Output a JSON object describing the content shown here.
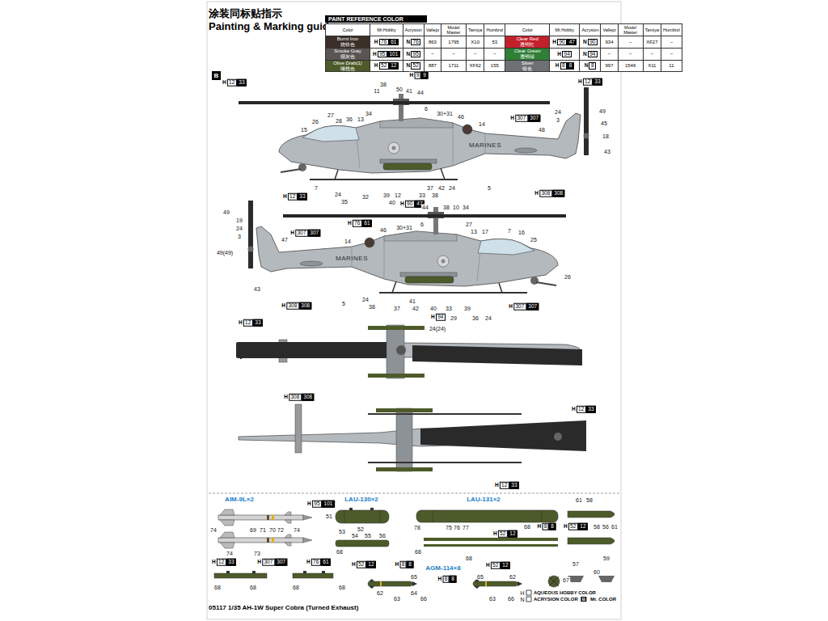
{
  "diagram": {
    "title": "Painting & Marking guide",
    "caption": "05117 1/35 AH-1W Super Cobra (Turned Exhaust)",
    "nodes": [
      {
        "text": [
          "Burnt Iron",
          "烧铁色"
        ]
      },
      {
        "text": [
          "Clear Red",
          "透明红"
        ]
      },
      {
        "text": [
          "Smoke Gray",
          "烟灰色"
        ]
      },
      {
        "text": [
          "Clear Green",
          "透明绿"
        ]
      },
      {
        "text": [
          "Olive Drab(1)",
          "橄榄色"
        ]
      },
      {
        "text": [
          "Silver",
          "银色"
        ]
      },
      {
        "text": [
          "B"
        ]
      }
    ],
    "labels": [
      "涂装同标贴指示",
      "PAINT REFERENCE COLOR",
      "Color",
      "Mr.Hobby",
      "Acrysion",
      "Vallejo",
      "Model Master",
      "Tamiya",
      "Humbrol",
      "Color",
      "Mr.Hobby",
      "Acrysion",
      "Vallejo",
      "Model Master",
      "Tamiya",
      "Humbrol",
      "H",
      "76",
      "61",
      "N",
      "76",
      "863",
      "1795",
      "X10",
      "53",
      "H",
      "90",
      "47",
      "N",
      "90",
      "934",
      "–",
      "XF27",
      "–",
      "H",
      "95",
      "101",
      "N",
      "95",
      "–",
      "–",
      "–",
      "–",
      "H",
      "94",
      "N",
      "94",
      "–",
      "–",
      "–",
      "–",
      "H",
      "52",
      "12",
      "N",
      "52",
      "887",
      "1711",
      "XF62",
      "155",
      "H",
      "8",
      "8",
      "N",
      "8",
      "997",
      "1546",
      "X11",
      "11",
      "H",
      "12",
      "33",
      "H",
      "9",
      "9",
      "38",
      "11",
      "50",
      "41",
      "44",
      "H",
      "12",
      "33",
      "49",
      "45",
      "18",
      "43",
      "24",
      "3",
      "27",
      "28",
      "36",
      "13",
      "34",
      "26",
      "15",
      "6",
      "30+31",
      "46",
      "H",
      "307",
      "307",
      "14",
      "48",
      "7",
      "24",
      "35",
      "H",
      "12",
      "33",
      "32",
      "39",
      "12",
      "40",
      "H",
      "90",
      "47",
      "33",
      "37",
      "38",
      "42",
      "24",
      "5",
      "H",
      "308",
      "308",
      "MARINES",
      "49",
      "49(49)",
      "19",
      "24",
      "3",
      "47",
      "43",
      "H",
      "307",
      "307",
      "14",
      "H",
      "76",
      "61",
      "46",
      "44",
      "38",
      "10",
      "34",
      "6",
      "30+31",
      "27",
      "13",
      "17",
      "7",
      "16",
      "25",
      "26",
      "MARINES",
      "H",
      "308",
      "308",
      "5",
      "24",
      "38",
      "37",
      "41",
      "42",
      "40",
      "H",
      "94",
      "33",
      "29",
      "39",
      "36",
      "24",
      "H",
      "307",
      "307",
      "H",
      "12",
      "33",
      "24(24)",
      "H",
      "308",
      "308",
      "H",
      "12",
      "33",
      "H",
      "12",
      "33",
      "AIM-9L×2",
      "H",
      "95",
      "101",
      "74",
      "69",
      "71",
      "70",
      "72",
      "74",
      "74",
      "73",
      "H",
      "12",
      "33",
      "H",
      "307",
      "307",
      "H",
      "76",
      "61",
      "68",
      "68",
      "68",
      "68",
      "LAU-130×2",
      "51",
      "53",
      "52",
      "54",
      "55",
      "56",
      "68",
      "H",
      "52",
      "12",
      "H",
      "8",
      "8",
      "LAU-131×2",
      "78",
      "75",
      "76",
      "77",
      "H",
      "52",
      "12",
      "68",
      "H",
      "8",
      "8",
      "68",
      "68",
      "61",
      "58",
      "H",
      "52",
      "12",
      "58",
      "56",
      "61",
      "57",
      "59",
      "60",
      "AGM-114×8",
      "H",
      "8",
      "8",
      "H",
      "52",
      "12",
      "65",
      "65",
      "62",
      "67",
      "62",
      "63",
      "64",
      "66",
      "63",
      "66",
      "H",
      "N",
      "B"
    ],
    "legend": [
      {
        "text": "AQUEOUS HOBBY COLOR"
      },
      {
        "text": "ACRYSION COLOR"
      },
      {
        "text": "Mr. COLOR"
      }
    ]
  }
}
